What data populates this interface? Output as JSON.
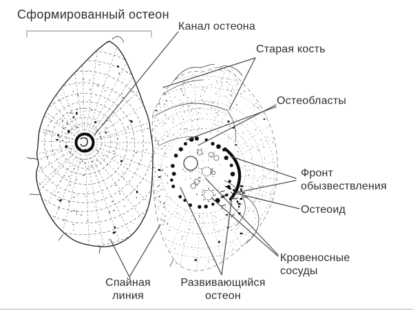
{
  "figure_title": "Сформированный остеон",
  "labels": {
    "osteon_canal": "Канал остеона",
    "old_bone": "Старая кость",
    "osteoblasts": "Остеобласты",
    "calcification_front": "Фронт обызвествления",
    "osteoid": "Остеоид",
    "blood_vessels": "Кровеносные сосуды",
    "cement_line": "Спайная линия",
    "developing_osteon": "Развивающийся остеон"
  },
  "colors": {
    "background": "#ffffff",
    "ink_text": "#2e2e2e",
    "leader_line": "#4b4b4b",
    "lobe_outline": "#2a2a2a",
    "calcification_front_arc": "#0b0b0b",
    "bracket": "#9e9e9e"
  }
}
